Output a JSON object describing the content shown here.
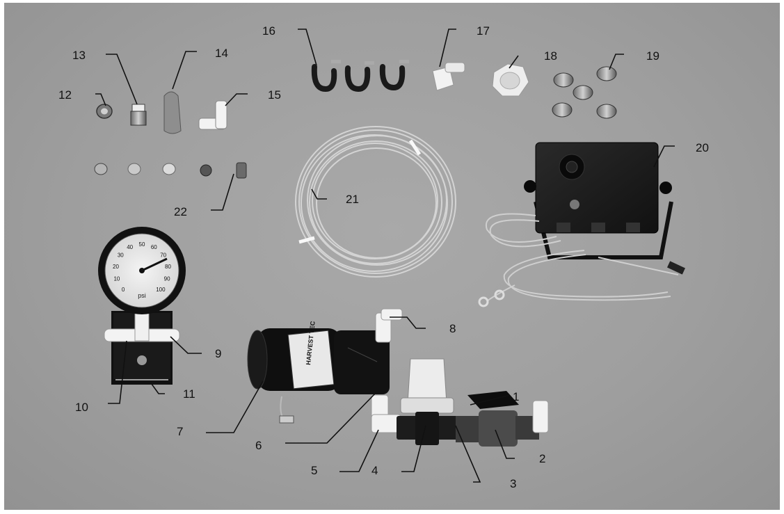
{
  "callouts": [
    {
      "id": "1",
      "label": "1"
    },
    {
      "id": "2",
      "label": "2"
    },
    {
      "id": "3",
      "label": "3"
    },
    {
      "id": "4",
      "label": "4"
    },
    {
      "id": "5",
      "label": "5"
    },
    {
      "id": "6",
      "label": "6"
    },
    {
      "id": "7",
      "label": "7"
    },
    {
      "id": "8",
      "label": "8"
    },
    {
      "id": "9",
      "label": "9"
    },
    {
      "id": "10",
      "label": "10"
    },
    {
      "id": "11",
      "label": "11"
    },
    {
      "id": "12",
      "label": "12"
    },
    {
      "id": "13",
      "label": "13"
    },
    {
      "id": "14",
      "label": "14"
    },
    {
      "id": "15",
      "label": "15"
    },
    {
      "id": "16",
      "label": "16"
    },
    {
      "id": "17",
      "label": "17"
    },
    {
      "id": "18",
      "label": "18"
    },
    {
      "id": "19",
      "label": "19"
    },
    {
      "id": "20",
      "label": "20"
    },
    {
      "id": "21",
      "label": "21"
    },
    {
      "id": "22",
      "label": "22"
    }
  ],
  "gauge": {
    "ticks": [
      "0",
      "10",
      "20",
      "30",
      "40",
      "50",
      "60",
      "70",
      "80",
      "90",
      "100"
    ],
    "unit": "psi"
  },
  "pump_label": "HARVEST TEC"
}
